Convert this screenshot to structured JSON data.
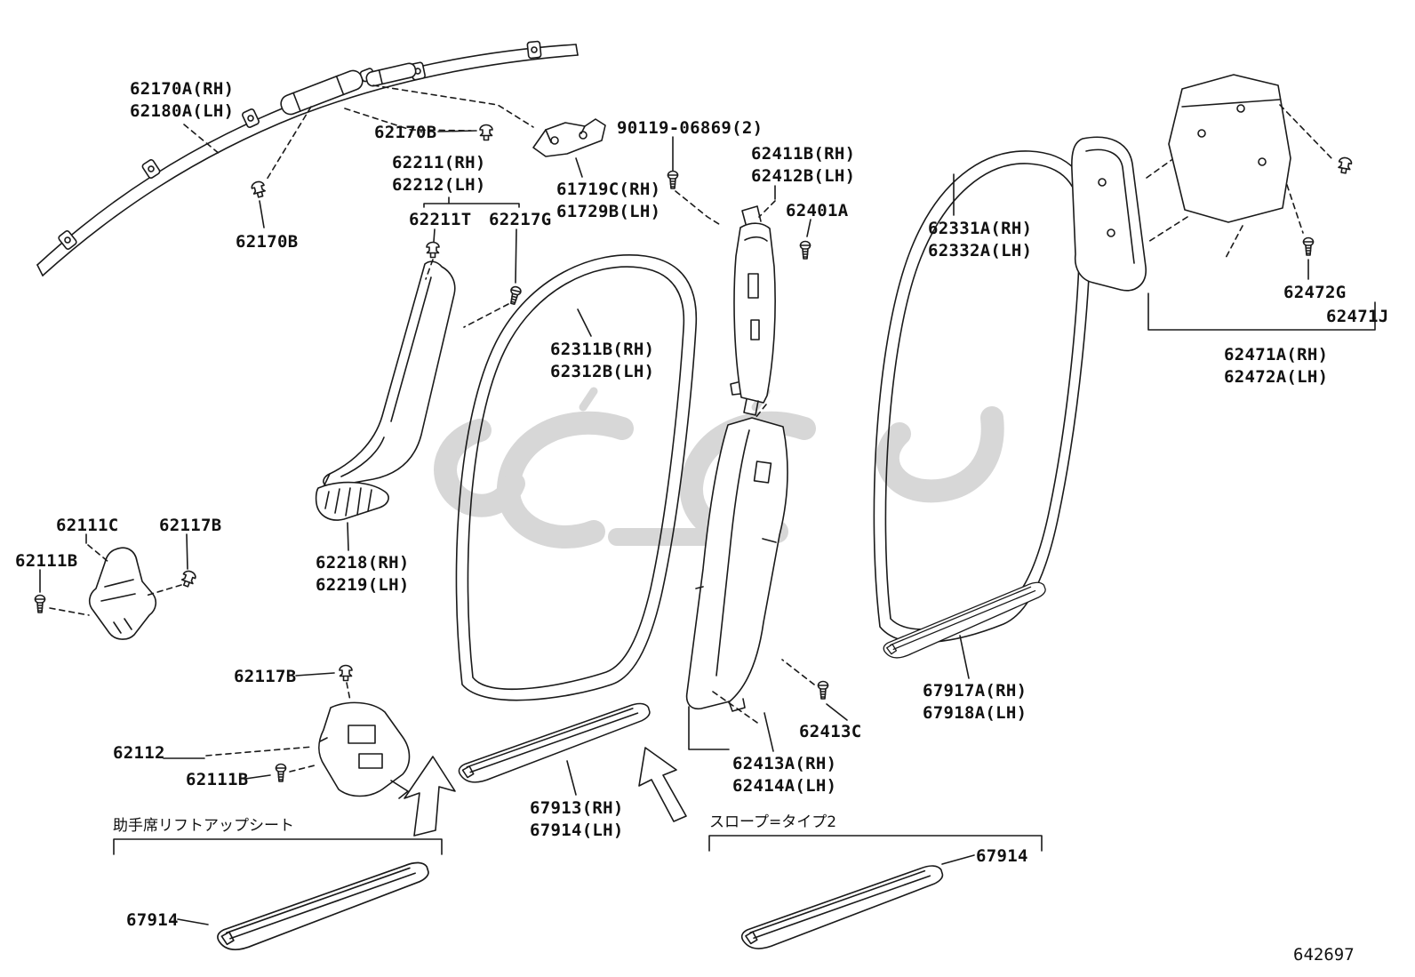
{
  "figure_code": "642697",
  "colors": {
    "line": "#1a1a1a",
    "watermark": "#d7d7d7",
    "background": "#ffffff"
  },
  "labels": {
    "curtain_airbag": "62170A(RH)\n62180A(LH)",
    "clip_62170b_top": "62170B",
    "screw_90119": "90119-06869(2)",
    "apillar_62211": "62211(RH)\n62212(LH)",
    "bpillar_upper_62411b": "62411B(RH)\n62412B(LH)",
    "bracket_61719c": "61719C(RH)\n61729B(LH)",
    "clip_62401a": "62401A",
    "clip_62211t": "62211T",
    "screw_62217g": "62217G",
    "clip_62170b_left": "62170B",
    "rear_trim_62331a": "62331A(RH)\n62332A(LH)",
    "grommet_62472g": "62472G",
    "clip_62471j": "62471J",
    "front_trim_62311b": "62311B(RH)\n62312B(LH)",
    "cpillar_62471a": "62471A(RH)\n62472A(LH)",
    "cowl_62111c": "62111C",
    "clip_62117b_upper": "62117B",
    "clip_62111b_upper": "62111B",
    "lower_62218": "62218(RH)\n62219(LH)",
    "clip_62117b_lower": "62117B",
    "rear_scuff_67917a": "67917A(RH)\n67918A(LH)",
    "screw_62413c": "62413C",
    "cowl_62112": "62112",
    "clip_62111b_lower": "62111B",
    "bpillar_lower_62413a": "62413A(RH)\n62414A(LH)",
    "front_scuff_67913": "67913(RH)\n67914(LH)",
    "note_lift_up_seat": "助手席リフトアップシート",
    "note_slope_type2": "スロープ=タイプ2",
    "scuff_67914_right": "67914",
    "scuff_67914_bottom": "67914"
  }
}
